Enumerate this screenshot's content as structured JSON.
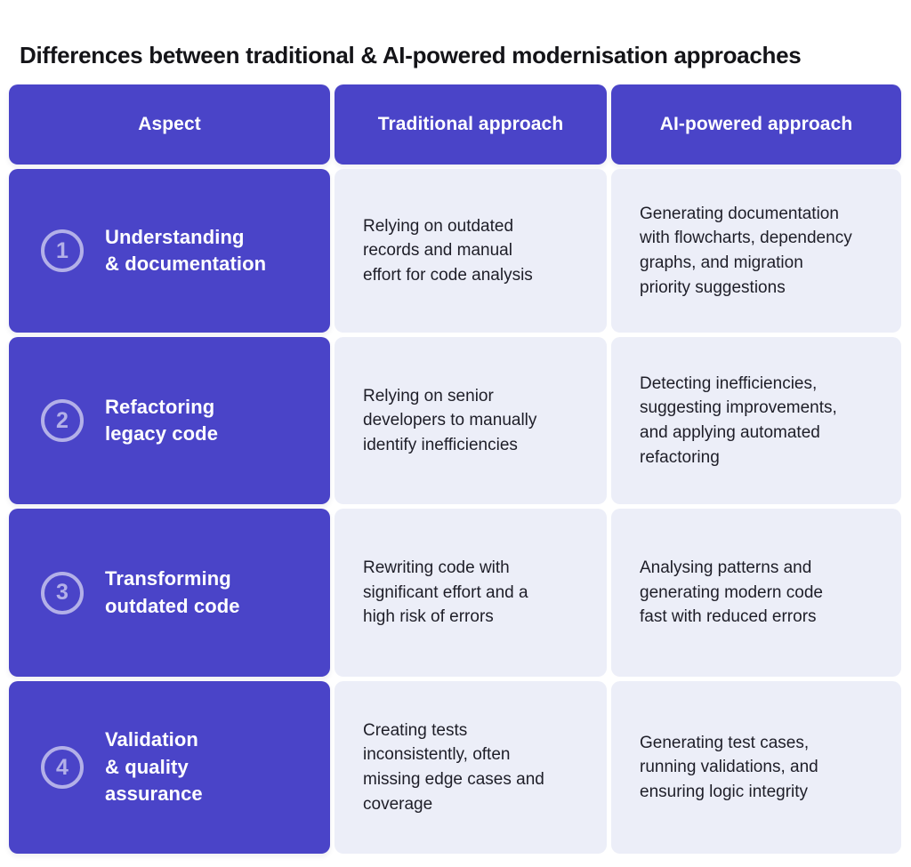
{
  "title": "Differences between traditional & AI-powered modernisation approaches",
  "colors": {
    "header_bg": "#4A44C8",
    "aspect_bg": "#4A44C8",
    "body_bg": "#ECEEF8",
    "header_text": "#FFFFFF",
    "body_text": "#1E1E28",
    "badge_ring": "rgba(255,255,255,0.58)"
  },
  "table": {
    "headers": [
      "Aspect",
      "Traditional approach",
      "AI-powered approach"
    ],
    "rows": [
      {
        "number": "1",
        "aspect": "Understanding\n& documentation",
        "traditional": "Relying on outdated records and manual effort for code analysis",
        "ai": "Generating documentation with flowcharts, dependency graphs, and migration priority suggestions"
      },
      {
        "number": "2",
        "aspect": "Refactoring\nlegacy code",
        "traditional": "Relying on senior developers to manually identify inefficiencies",
        "ai": "Detecting inefficiencies, suggesting improvements, and applying automated refactoring"
      },
      {
        "number": "3",
        "aspect": "Transforming\noutdated code",
        "traditional": "Rewriting code with significant effort and a high risk of errors",
        "ai": "Analysing patterns and generating modern code fast with reduced errors"
      },
      {
        "number": "4",
        "aspect": "Validation\n& quality\nassurance",
        "traditional": "Creating tests inconsistently, often missing edge cases and coverage",
        "ai": "Generating test cases, running validations, and ensuring logic integrity"
      }
    ]
  },
  "chart_data": {
    "type": "table",
    "title": "Differences between traditional & AI-powered modernisation approaches",
    "columns": [
      "Aspect",
      "Traditional approach",
      "AI-powered approach"
    ],
    "rows": [
      [
        "Understanding & documentation",
        "Relying on outdated records and manual effort for code analysis",
        "Generating documentation with flowcharts, dependency graphs, and migration priority suggestions"
      ],
      [
        "Refactoring legacy code",
        "Relying on senior developers to manually identify inefficiencies",
        "Detecting inefficiencies, suggesting improvements, and applying automated refactoring"
      ],
      [
        "Transforming outdated code",
        "Rewriting code with significant effort and a high risk of errors",
        "Analysing patterns and generating modern code fast with reduced errors"
      ],
      [
        "Validation & quality assurance",
        "Creating tests inconsistently, often missing edge cases and coverage",
        "Generating test cases, running validations, and ensuring logic integrity"
      ]
    ]
  }
}
